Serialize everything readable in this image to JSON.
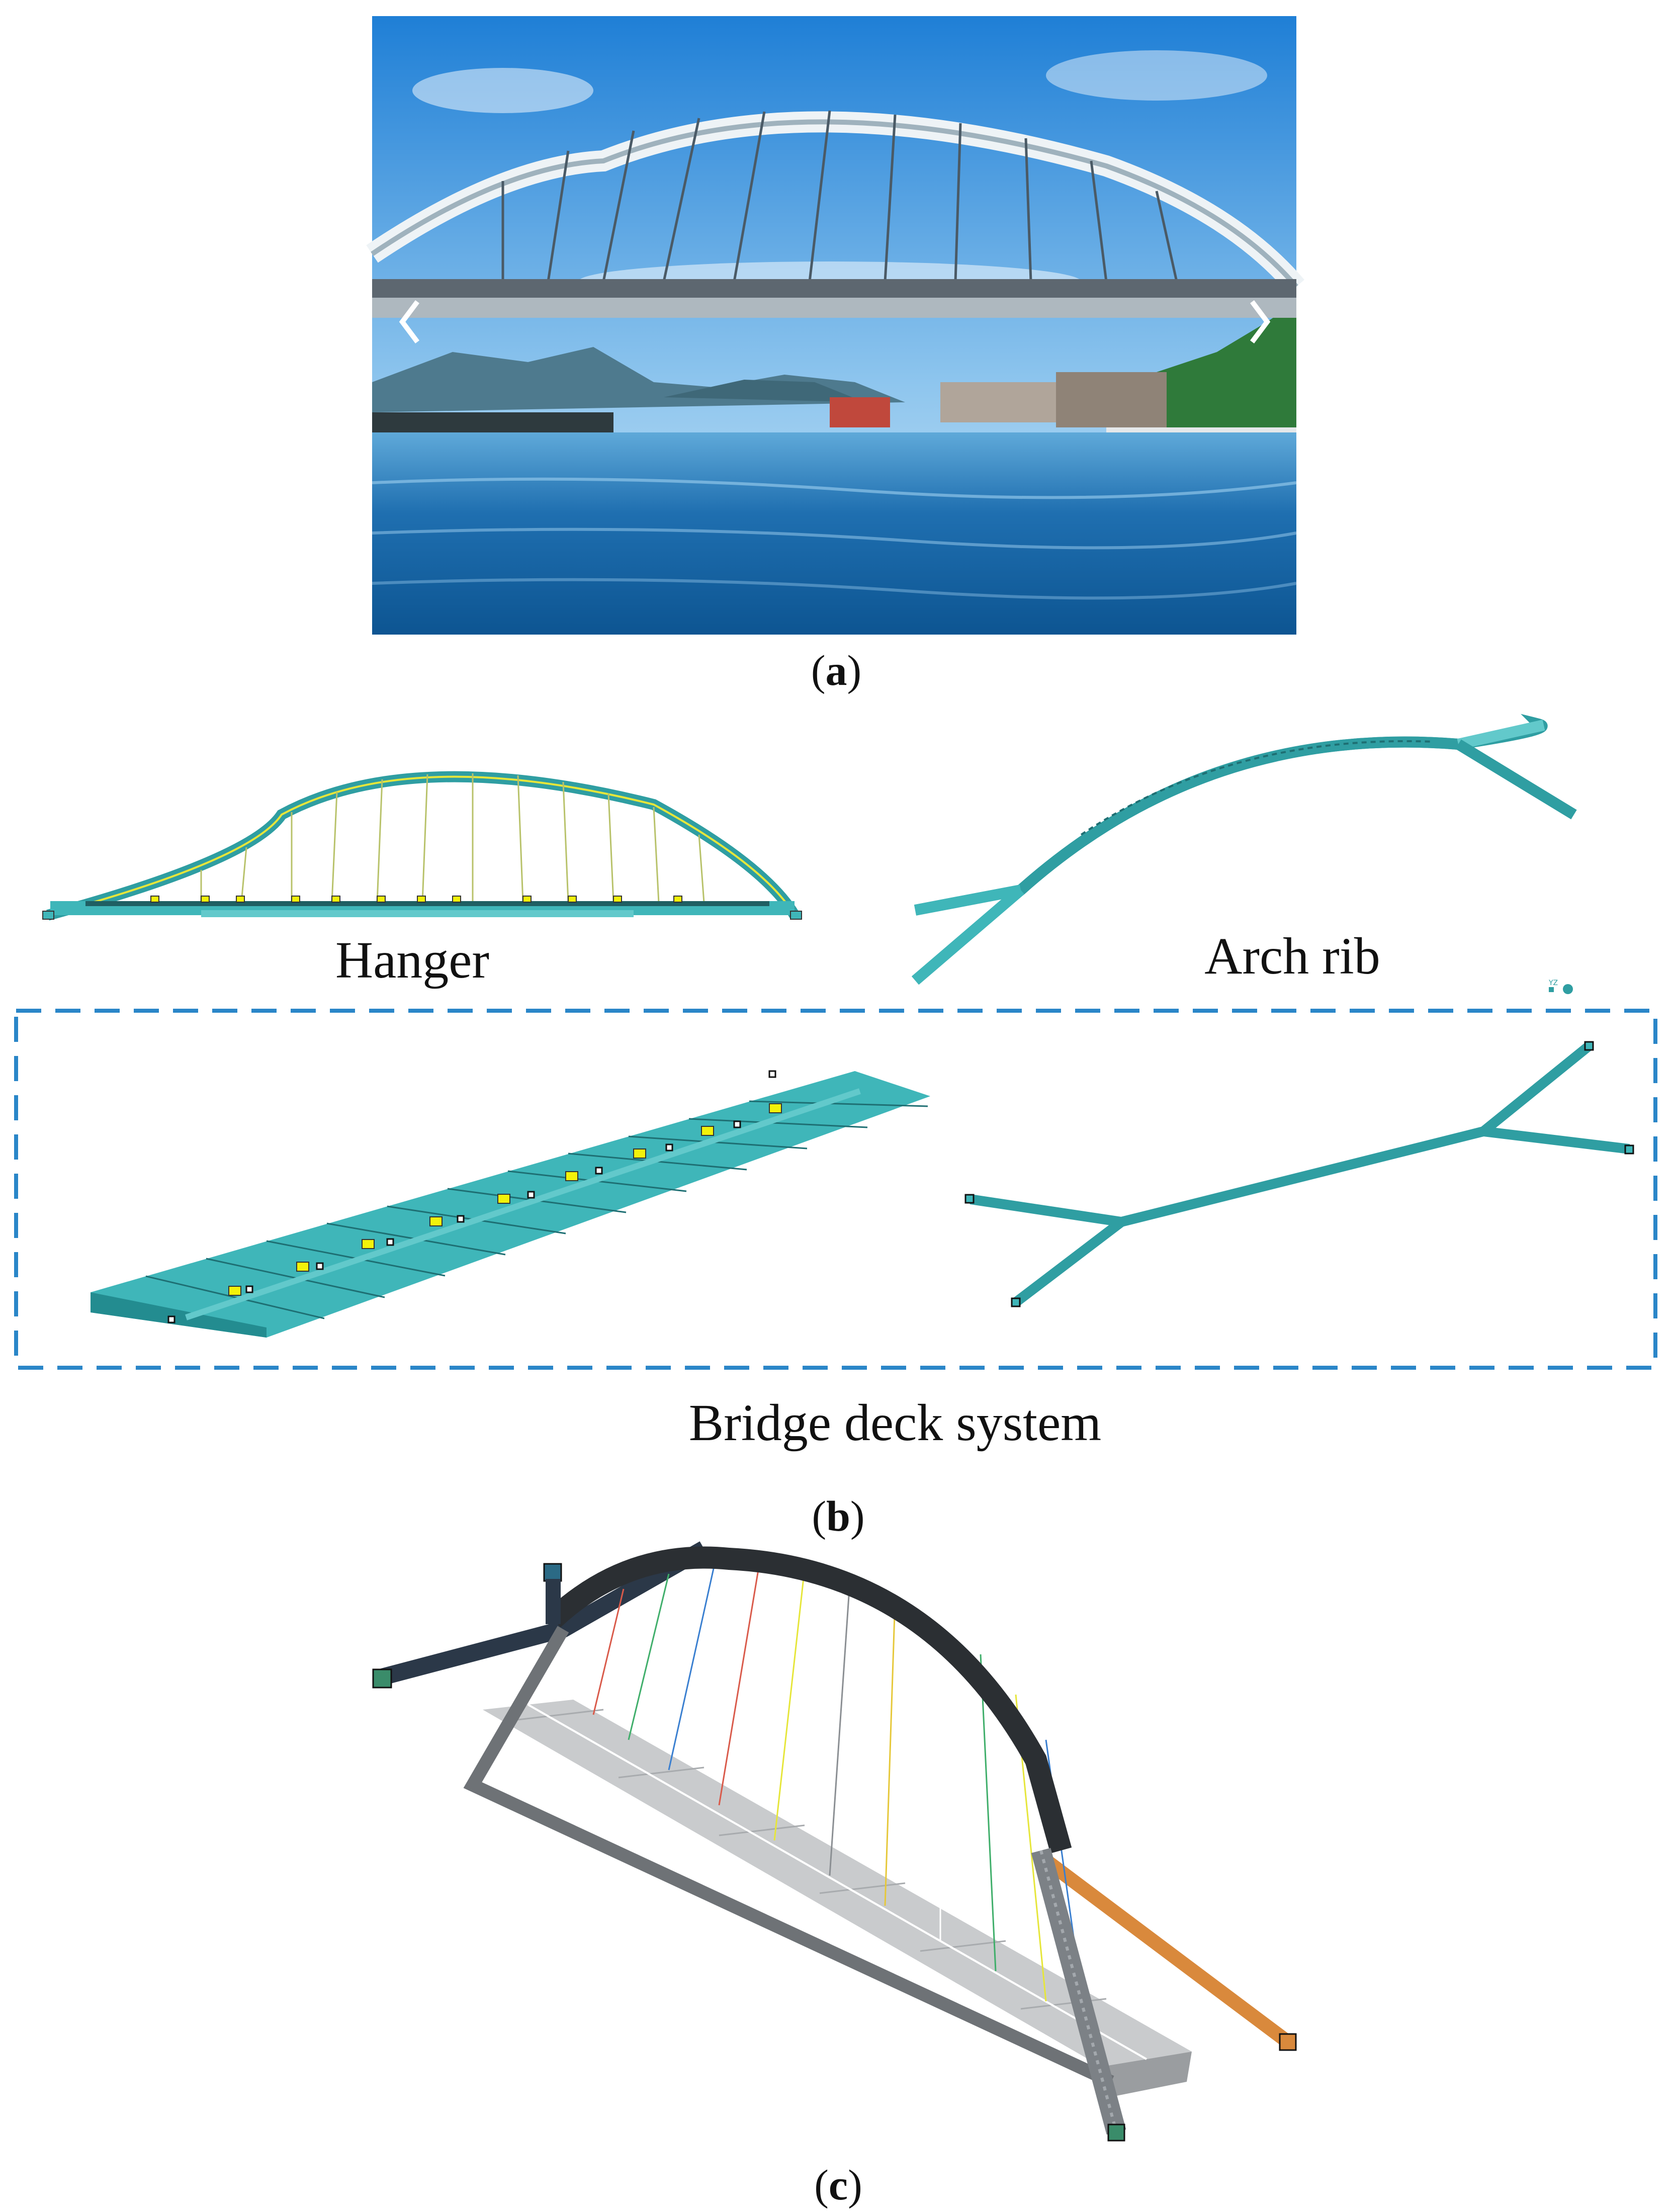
{
  "panels": {
    "a": {
      "caption_open": "(",
      "caption_letter": "a",
      "caption_close": ")"
    },
    "b": {
      "caption_open": "(",
      "caption_letter": "b",
      "caption_close": ")",
      "labels": {
        "hanger": "Hanger",
        "arch_rib": "Arch rib",
        "deck_system": "Bridge deck system"
      }
    },
    "c": {
      "caption_open": "(",
      "caption_letter": "c",
      "caption_close": ")"
    }
  },
  "colors": {
    "model_teal": "#3fb6b9",
    "model_teal_dark": "#238c90",
    "marker_yellow": "#f2f20a",
    "dash_blue": "#2a86c8",
    "arch_dark": "#2b2f33",
    "deck_gray": "#c9cbcd",
    "orange_beam": "#d9893c"
  }
}
